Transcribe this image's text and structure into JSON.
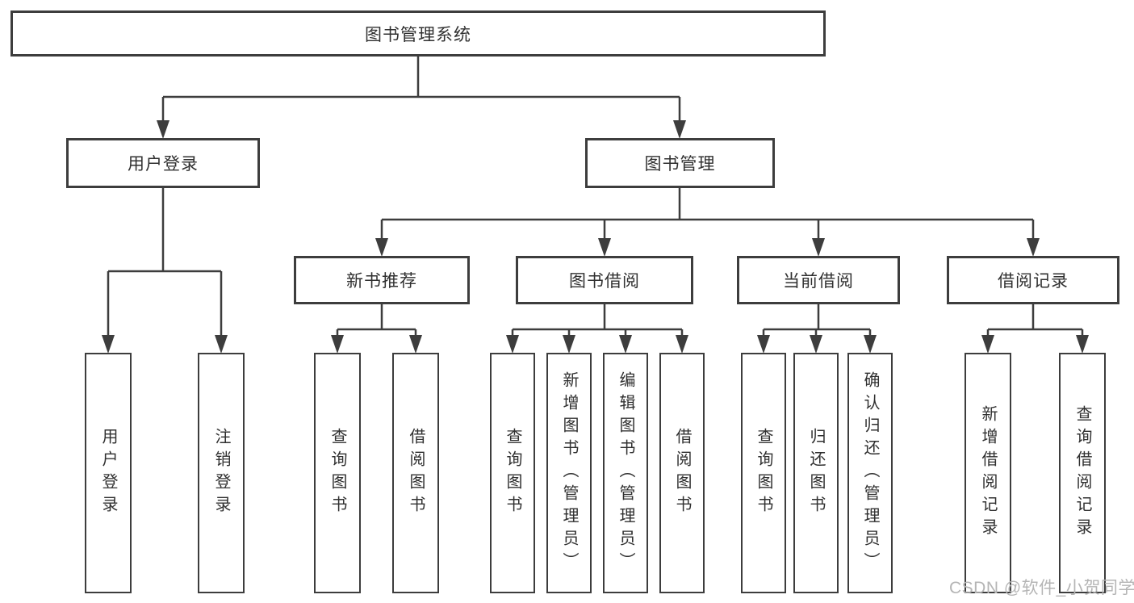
{
  "tree": {
    "root": "图书管理系统",
    "branches": [
      {
        "label": "用户登录",
        "leaves": [
          "用户登录",
          "注销登录"
        ]
      },
      {
        "label": "图书管理",
        "groups": [
          {
            "label": "新书推荐",
            "leaves": [
              "查询图书",
              "借阅图书"
            ]
          },
          {
            "label": "图书借阅",
            "leaves": [
              "查询图书",
              "新增图书（管理员）",
              "编辑图书（管理员）",
              "借阅图书"
            ]
          },
          {
            "label": "当前借阅",
            "leaves": [
              "查询图书",
              "归还图书",
              "确认归还（管理员）"
            ]
          },
          {
            "label": "借阅记录",
            "leaves": [
              "新增借阅记录",
              "查询借阅记录"
            ]
          }
        ]
      }
    ]
  },
  "colors": {
    "line": "#3d3d3d",
    "text": "#303030",
    "watermark": "#b5b5b5"
  },
  "watermark": "CSDN @软件_小贺同学"
}
